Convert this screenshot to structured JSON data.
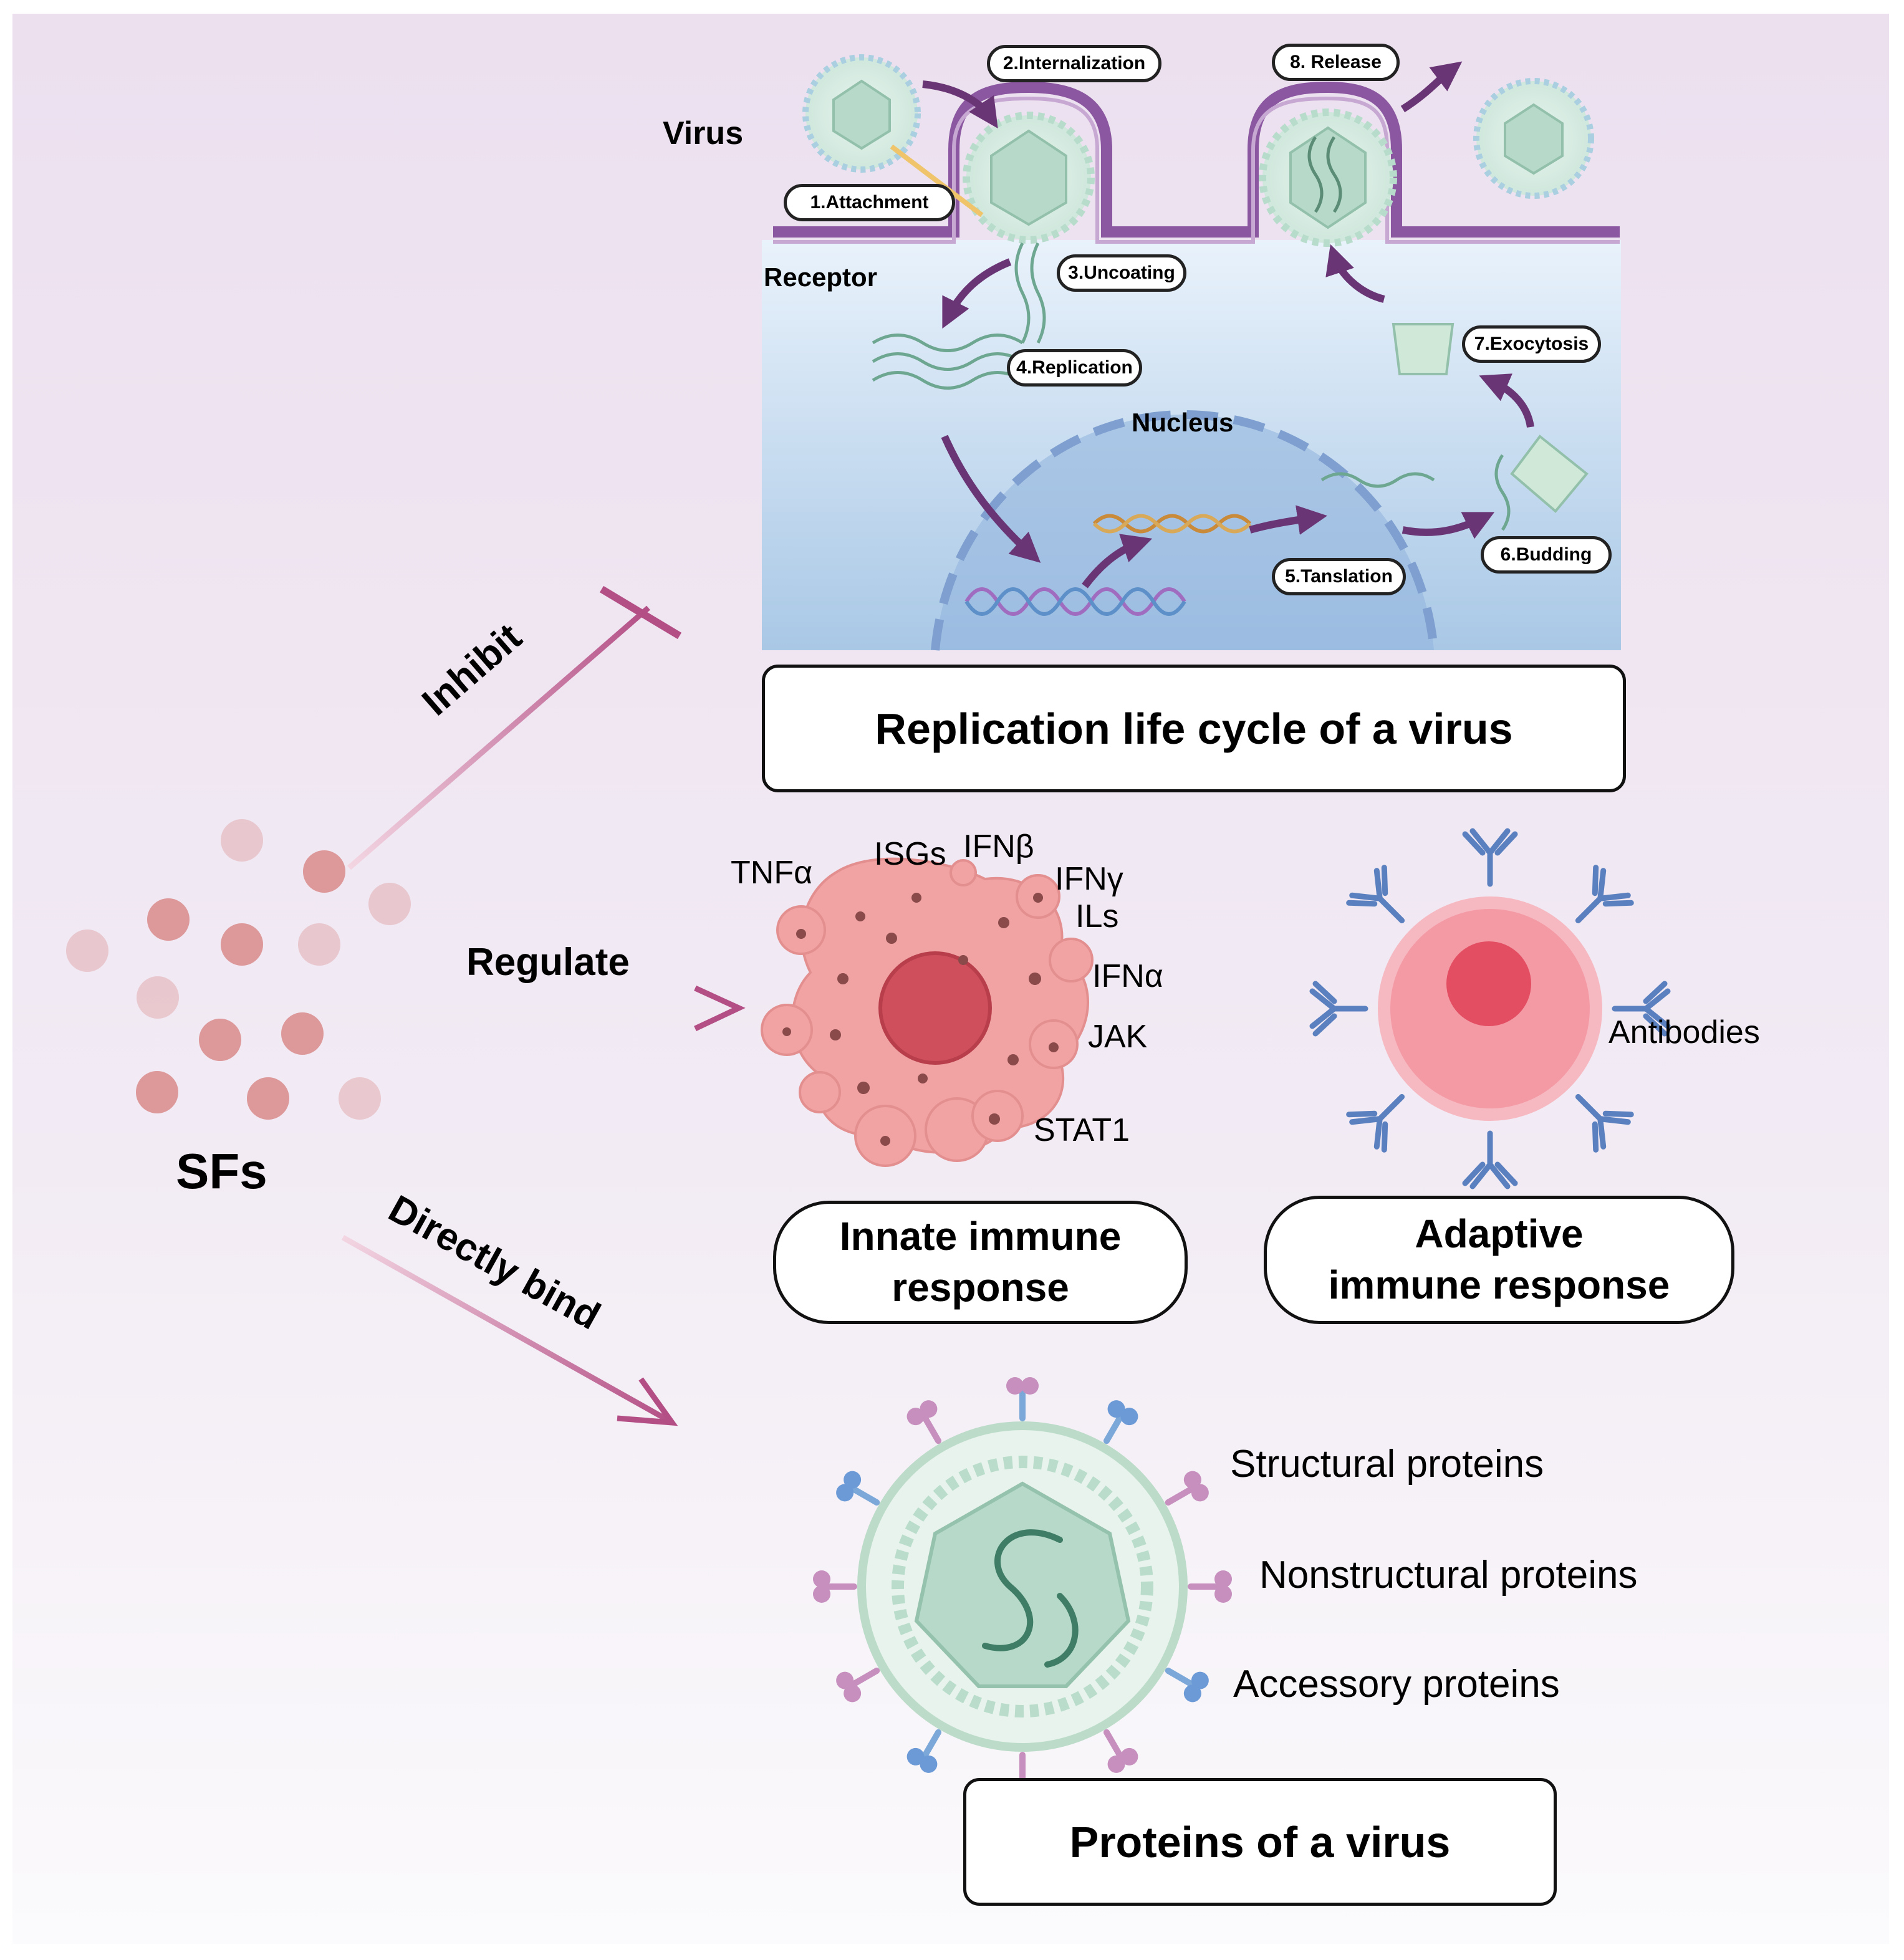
{
  "lifecycle": {
    "virus_label": "Virus",
    "receptor_label": "Receptor",
    "nucleus_label": "Nucleus",
    "steps": [
      "1.Attachment",
      "2.Internalization",
      "3.Uncoating",
      "4.Replication",
      "5.Tanslation",
      "6.Budding",
      "7.Exocytosis",
      "8. Release"
    ],
    "title": "Replication life cycle of a virus"
  },
  "sfs": {
    "label": "SFs"
  },
  "actions": {
    "inhibit": "Inhibit",
    "regulate": "Regulate",
    "bind": "Directly bind"
  },
  "innate": {
    "factors": [
      "TNFα",
      "ISGs",
      "IFNβ",
      "IFNγ",
      "ILs",
      "IFNα",
      "JAK",
      "STAT1"
    ],
    "title_line1": "Innate immune",
    "title_line2": "response"
  },
  "adaptive": {
    "antibodies_label": "Antibodies",
    "title_line1": "Adaptive",
    "title_line2": "immune response"
  },
  "virus_proteins": {
    "labels": [
      "Structural proteins",
      "Nonstructural proteins",
      "Accessory proteins"
    ],
    "title": "Proteins of a virus"
  },
  "colors": {
    "arrow": "#b85a8e",
    "cycle_arrow": "#6a3575",
    "membrane": "#8a57a0",
    "innate_cell": "#f1a2a2",
    "adaptive_cell": "#f49aa5",
    "antibody": "#5b80bf",
    "sf_dot": "#d98a8a"
  }
}
